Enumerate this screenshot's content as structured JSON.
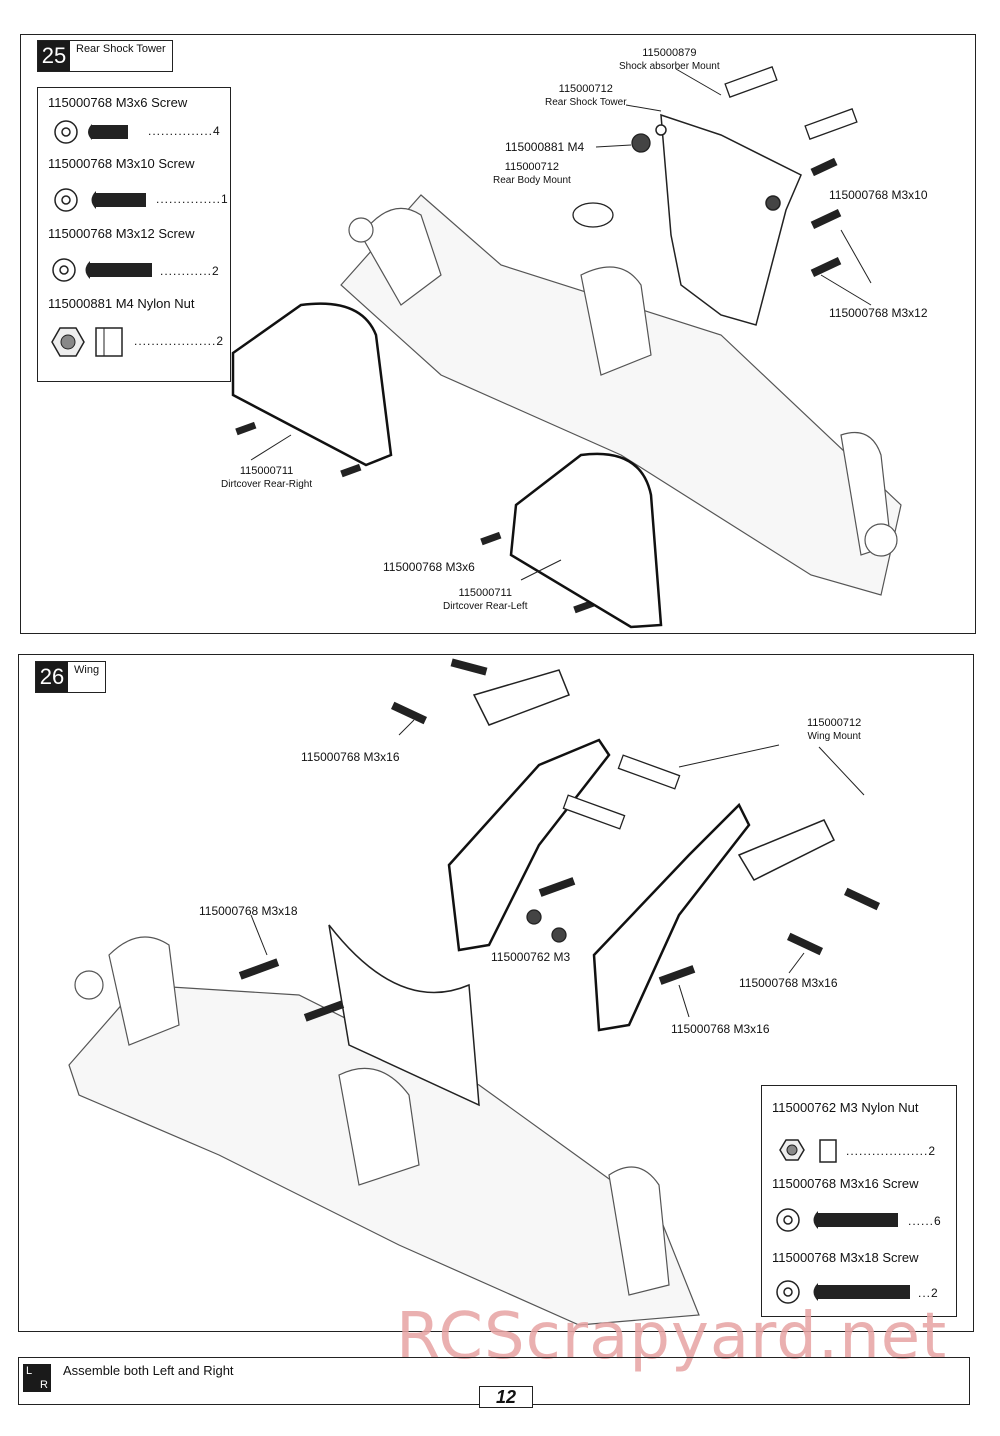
{
  "step25": {
    "number": "25",
    "title": "Rear Shock Tower",
    "parts": [
      {
        "name": "115000768  M3x6 Screw",
        "qty": "...............4"
      },
      {
        "name": "115000768  M3x10 Screw",
        "qty": "...............1"
      },
      {
        "name": "115000768  M3x12 Screw",
        "qty": "............2"
      },
      {
        "name": "115000881  M4 Nylon Nut",
        "qty": "...................2"
      }
    ],
    "labels": {
      "shock_mount_code": "115000879",
      "shock_mount_name": "Shock absorber Mount",
      "tower_code": "115000712",
      "tower_name": "Rear Shock Tower",
      "nut": "115000881  M4",
      "body_mount_code": "115000712",
      "body_mount_name": "Rear Body Mount",
      "screw_m3x10": "115000768  M3x10",
      "screw_m3x12": "115000768  M3x12",
      "dirtcover_right_code": "115000711",
      "dirtcover_right_name": "Dirtcover Rear-Right",
      "screw_m3x6": "115000768  M3x6",
      "dirtcover_left_code": "115000711",
      "dirtcover_left_name": "Dirtcover Rear-Left"
    }
  },
  "step26": {
    "number": "26",
    "title": "Wing",
    "parts": [
      {
        "name": "115000762  M3 Nylon Nut",
        "qty": "...................2"
      },
      {
        "name": "115000768  M3x16 Screw",
        "qty": "......6"
      },
      {
        "name": "115000768  M3x18 Screw",
        "qty": "...2"
      }
    ],
    "labels": {
      "screw_m3x16_top": "115000768  M3x16",
      "wing_mount_code": "115000712",
      "wing_mount_name": "Wing Mount",
      "screw_m3x18": "115000768  M3x18",
      "nut_m3": "115000762  M3",
      "screw_m3x16_right": "115000768  M3x16",
      "screw_m3x16_bottom": "115000768  M3x16"
    }
  },
  "footer": {
    "lr_left": "L",
    "lr_right": "R",
    "text": "Assemble both Left and Right",
    "page": "12"
  },
  "watermark": "RCScrapyard.net"
}
